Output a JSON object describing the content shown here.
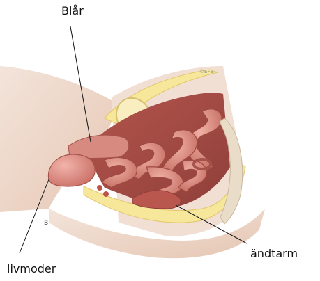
{
  "labels": {
    "blar": "Blår",
    "andtarm": "ändtarm",
    "livmoder": "livmoder"
  },
  "panel_letter": "B",
  "copyright_mark": "©EFE",
  "colors": {
    "skin": "#ecd6c8",
    "fat": "#f6e79a",
    "tissue": "#c86e64",
    "intestine": "#d98a7c",
    "uterus": "#dc8d84",
    "leader_line": "#111111"
  }
}
